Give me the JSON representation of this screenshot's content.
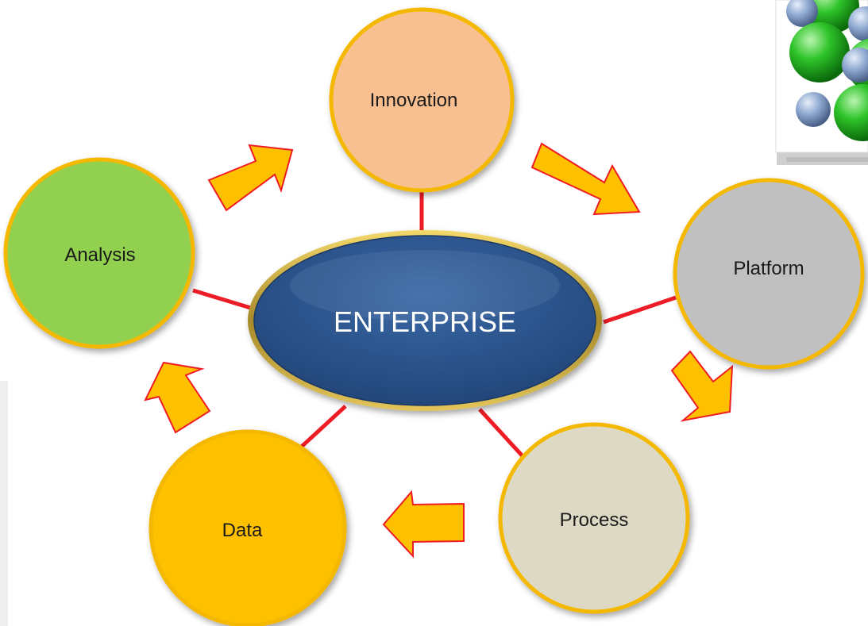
{
  "diagram": {
    "center": {
      "label": "ENTERPRISE",
      "fill": "#2b5389"
    },
    "nodes": [
      {
        "id": "innovation",
        "label": "Innovation",
        "fill": "#f8c091"
      },
      {
        "id": "platform",
        "label": "Platform",
        "fill": "#c0c0c0"
      },
      {
        "id": "process",
        "label": "Process",
        "fill": "#ddd9c4"
      },
      {
        "id": "data",
        "label": "Data",
        "fill": "#ffc000"
      },
      {
        "id": "analysis",
        "label": "Analysis",
        "fill": "#92d050"
      }
    ],
    "ring_color": "#f5b800",
    "connector_color": "#ee1c25",
    "arrow_fill": "#ffc000",
    "arrow_stroke": "#ee1c25",
    "decorative_image": "molecule-cluster"
  }
}
